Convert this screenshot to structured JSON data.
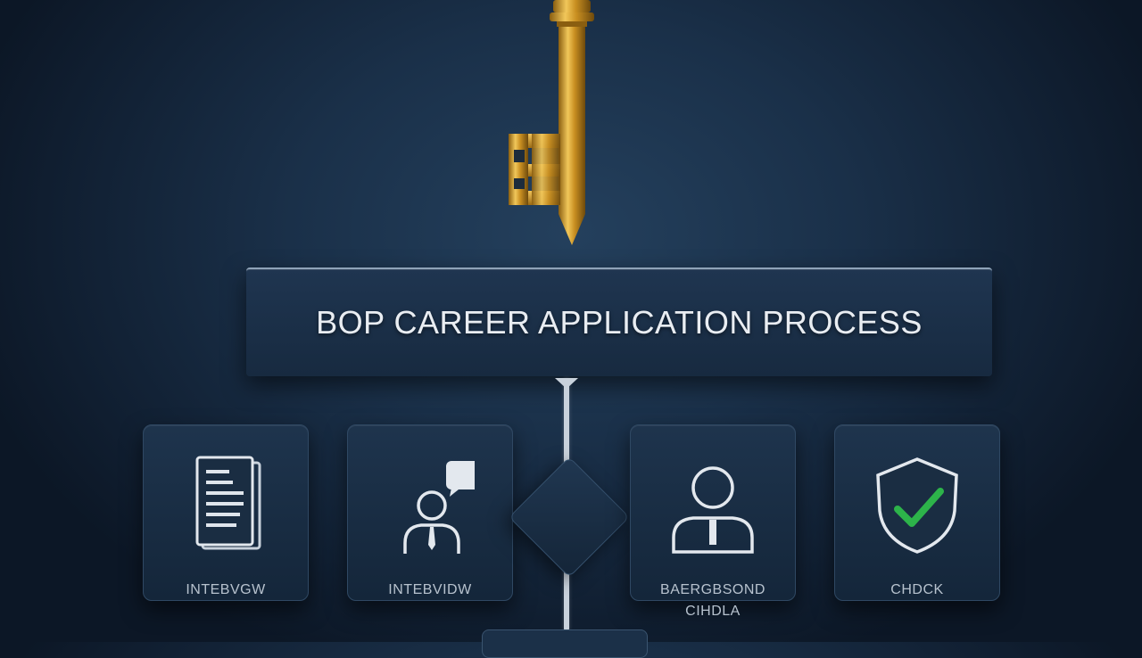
{
  "title": "BOP CAREER APPLICATION PROCESS",
  "steps": [
    {
      "label": "INTEBVGW",
      "icon": "document-icon"
    },
    {
      "label": "INTEBVIDW",
      "icon": "interview-icon"
    },
    {
      "label": "BAERGBSOND",
      "label2": "CIHDLA",
      "icon": "person-badge-icon"
    },
    {
      "label": "CHDCK",
      "icon": "shield-check-icon"
    }
  ],
  "colors": {
    "background": "#1a3049",
    "key_gold": "#d4a531",
    "check_green": "#2db34a",
    "text": "#e9edf2"
  }
}
